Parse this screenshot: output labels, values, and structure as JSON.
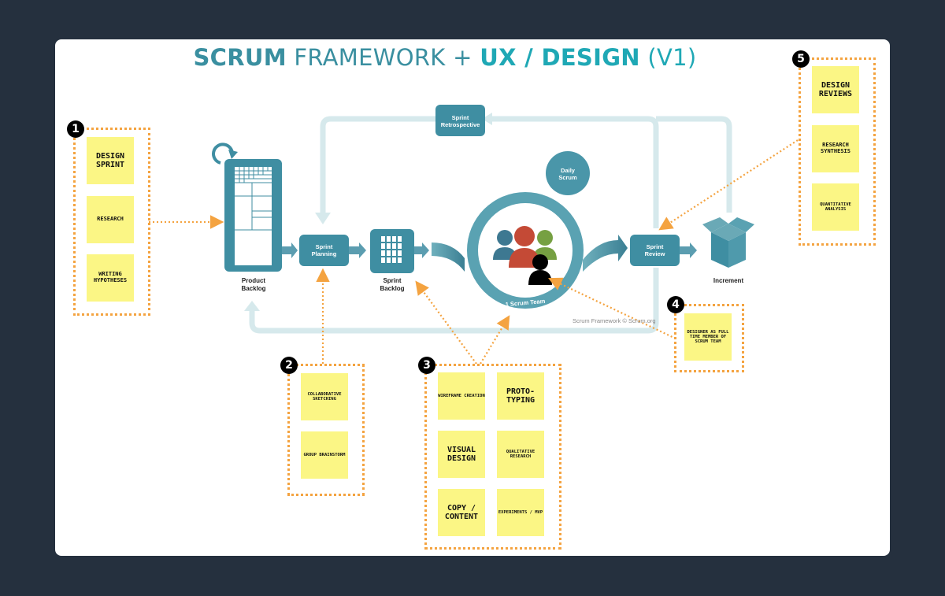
{
  "title": {
    "part1": "SCRUM",
    "part2": " FRAMEWORK + ",
    "part3": "UX / DESIGN",
    "part4": " (V1)"
  },
  "colors": {
    "background": "#25303e",
    "card": "#ffffff",
    "teal_dark": "#3f8ea2",
    "teal_light": "#d6e9ec",
    "sticky": "#fbf685",
    "dotted": "#f4a340",
    "badge": "#000000"
  },
  "scrum": {
    "product_backlog": "Product\nBacklog",
    "product_backlog_l1": "Product",
    "product_backlog_l2": "Backlog",
    "sprint_planning_l1": "Sprint",
    "sprint_planning_l2": "Planning",
    "sprint_backlog_l1": "Sprint",
    "sprint_backlog_l2": "Backlog",
    "sprint_retro_l1": "Sprint",
    "sprint_retro_l2": "Retrospective",
    "daily_scrum_l1": "Daily",
    "daily_scrum_l2": "Scrum",
    "team": "1 Scrum Team",
    "sprint_review_l1": "Sprint",
    "sprint_review_l2": "Review",
    "increment": "Increment",
    "copyright": "Scrum Framework © Scrum.org"
  },
  "groups": [
    {
      "number": "1",
      "notes": [
        "Design Sprint",
        "Research",
        "Writing Hypotheses"
      ]
    },
    {
      "number": "2",
      "notes": [
        "Collaborative Sketching",
        "Group Brainstorm"
      ]
    },
    {
      "number": "3",
      "notes": [
        "Wireframe Creation",
        "Proto-typing",
        "Visual Design",
        "Qualitative Research",
        "Copy / Content",
        "Experiments / MVP"
      ]
    },
    {
      "number": "4",
      "notes": [
        "Designer as full time member of Scrum Team"
      ]
    },
    {
      "number": "5",
      "notes": [
        "Design Reviews",
        "Research Synthesis",
        "Quantitative Analysis"
      ]
    }
  ]
}
